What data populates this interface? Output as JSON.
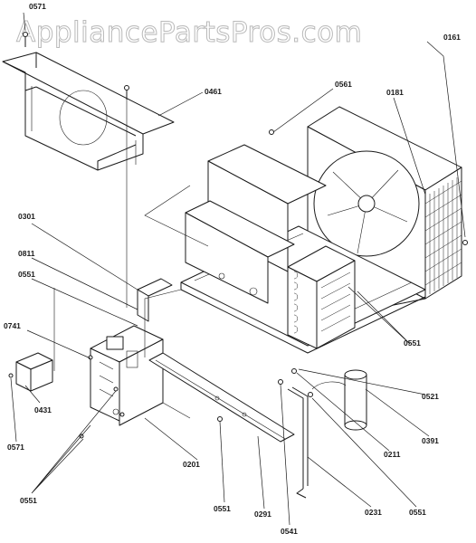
{
  "watermark": "AppliancePartsPros.com",
  "part_labels": [
    "0571",
    "0161",
    "0461",
    "0561",
    "0181",
    "0301",
    "0811",
    "0551",
    "0741",
    "0431",
    "0571",
    "0551",
    "0201",
    "0551",
    "0291",
    "0541",
    "0231",
    "0551",
    "0211",
    "0391",
    "0521",
    "0551"
  ]
}
